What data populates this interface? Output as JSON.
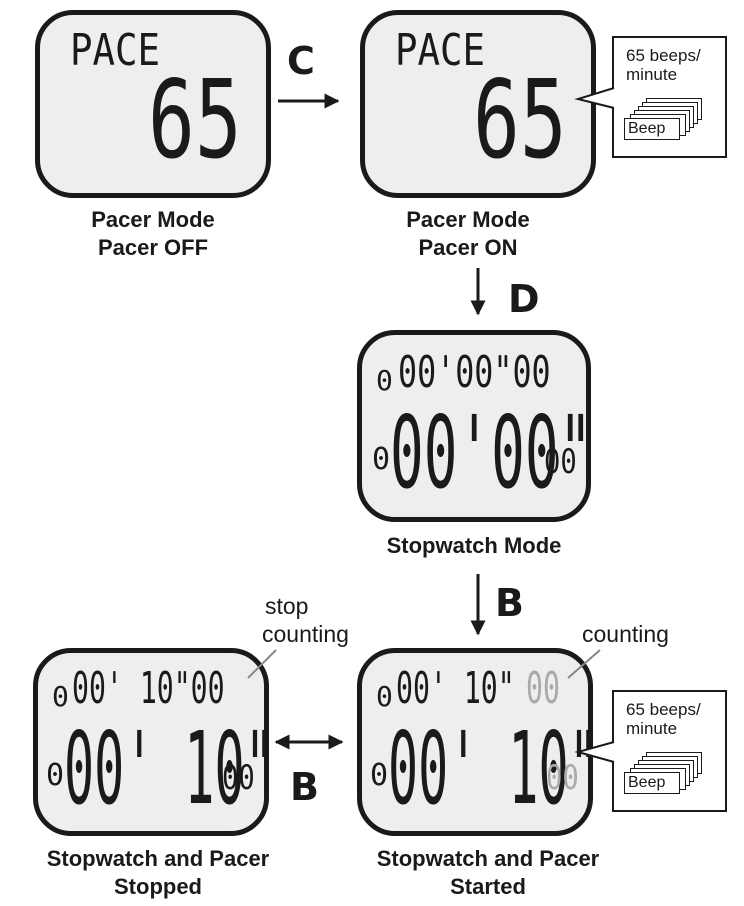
{
  "screens": {
    "pacer_off": {
      "top": "PACE",
      "main": "65"
    },
    "pacer_on": {
      "top": "PACE",
      "main": "65"
    },
    "stopwatch": {
      "top_prefix": "0",
      "top_time": "00'00\"00",
      "main_prefix": "0",
      "main_time": "00'00\"",
      "main_sub": "00"
    },
    "stopped": {
      "top_prefix": "0",
      "top_time": "00' 10\"00",
      "main_prefix": "0",
      "main_time": "00' 10\"",
      "main_sub": "00"
    },
    "started": {
      "top_prefix": "0",
      "top_time": "00' 10\"",
      "top_counting": "00",
      "main_prefix": "0",
      "main_time": "00' 10\"",
      "main_sub": "00"
    }
  },
  "captions": {
    "pacer_off": [
      "Pacer Mode",
      "Pacer OFF"
    ],
    "pacer_on": [
      "Pacer Mode",
      "Pacer ON"
    ],
    "stopwatch": "Stopwatch Mode",
    "stopped": [
      "Stopwatch and Pacer",
      "Stopped"
    ],
    "started": [
      "Stopwatch and Pacer",
      "Started"
    ]
  },
  "steps": {
    "c": "C",
    "d": "D",
    "b1": "B",
    "b2": "B"
  },
  "notes": {
    "stop": [
      "stop",
      "counting"
    ],
    "counting": "counting"
  },
  "beep_callouts": [
    {
      "label": [
        "65 beeps/",
        "minute"
      ],
      "word": "Beep"
    },
    {
      "label": [
        "65 beeps/",
        "minute"
      ],
      "word": "Beep"
    }
  ],
  "colors": {
    "ink": "#1a1a1a",
    "lcd_bg": "#eeeeee",
    "counting_gray": "#aaaaaa"
  }
}
